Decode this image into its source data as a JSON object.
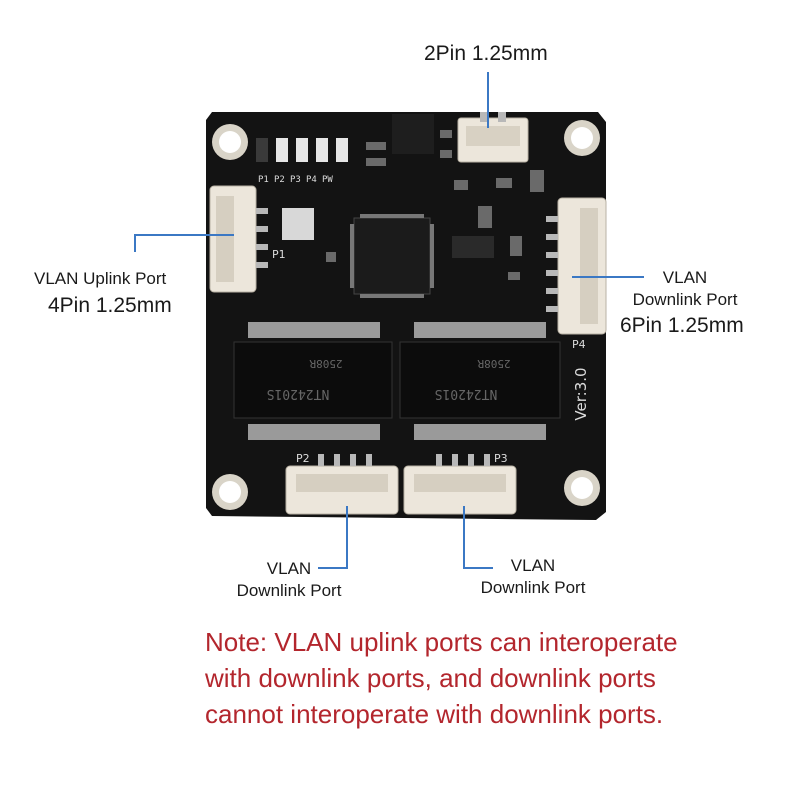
{
  "labels": {
    "top_connector": "2Pin 1.25mm",
    "uplink_title": "VLAN Uplink Port",
    "uplink_spec": "4Pin 1.25mm",
    "downlink_right_title": "VLAN",
    "downlink_right_sub": "Downlink Port",
    "downlink_right_spec": "6Pin 1.25mm",
    "downlink_bl_title": "VLAN",
    "downlink_bl_sub": "Downlink Port",
    "downlink_br_title": "VLAN",
    "downlink_br_sub": "Downlink Port"
  },
  "board": {
    "version": "Ver:3.0",
    "silkscreen": [
      "P1",
      "P2",
      "P3",
      "P4"
    ],
    "led_labels": [
      "P1",
      "P2",
      "P3",
      "P4",
      "PW"
    ],
    "transformers": [
      {
        "part": "NT24201S",
        "code": "2508R"
      },
      {
        "part": "NT24201S",
        "code": "2508R"
      }
    ]
  },
  "note": {
    "lines": [
      "Note: VLAN uplink ports can interoperate",
      "with downlink ports, and downlink ports",
      "cannot interoperate with downlink ports."
    ],
    "color": "#b3262d"
  },
  "colors": {
    "leader": "#3b78c4",
    "pcb": "#121212",
    "connector": "#ece6db"
  }
}
